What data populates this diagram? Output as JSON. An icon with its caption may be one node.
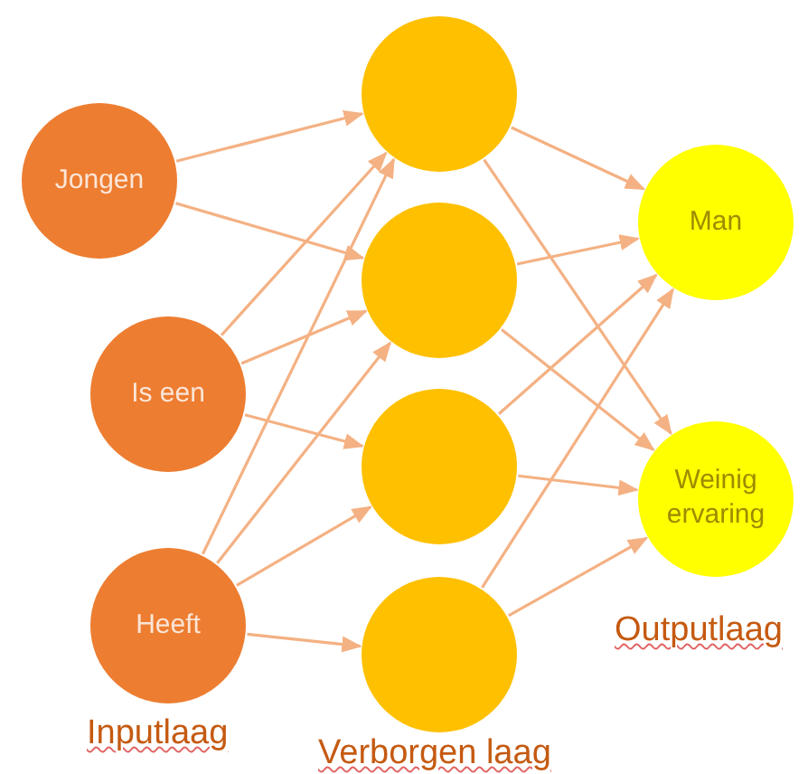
{
  "diagram": {
    "nodes": [
      {
        "text": [
          "Jongen"
        ]
      },
      {
        "text": [
          "Is een"
        ]
      },
      {
        "text": [
          "Heeft"
        ]
      },
      {
        "text": [],
        "shape": "circle"
      },
      {
        "text": [],
        "shape": "circle"
      },
      {
        "text": [],
        "shape": "circle"
      },
      {
        "text": [],
        "shape": "circle"
      },
      {
        "text": [
          "Man"
        ]
      },
      {
        "text": [
          "Weinig ervaring"
        ]
      }
    ],
    "edges": [
      {
        "from": 0,
        "to": 3,
        "arrow": "to"
      },
      {
        "from": 0,
        "to": 4,
        "arrow": "to"
      },
      {
        "from": 1,
        "to": 3,
        "arrow": "to"
      },
      {
        "from": 1,
        "to": 4,
        "arrow": "to"
      },
      {
        "from": 1,
        "to": 5,
        "arrow": "to"
      },
      {
        "from": 2,
        "to": 3,
        "arrow": "to"
      },
      {
        "from": 2,
        "to": 4,
        "arrow": "to"
      },
      {
        "from": 2,
        "to": 5,
        "arrow": "to"
      },
      {
        "from": 2,
        "to": 6,
        "arrow": "to"
      },
      {
        "from": 3,
        "to": 7,
        "arrow": "to"
      },
      {
        "from": 3,
        "to": 8,
        "arrow": "to"
      },
      {
        "from": 4,
        "to": 7,
        "arrow": "to"
      },
      {
        "from": 4,
        "to": 8,
        "arrow": "to"
      },
      {
        "from": 5,
        "to": 7,
        "arrow": "to"
      },
      {
        "from": 5,
        "to": 8,
        "arrow": "to"
      },
      {
        "from": 6,
        "to": 7,
        "arrow": "to"
      },
      {
        "from": 6,
        "to": 8,
        "arrow": "to"
      }
    ],
    "labels": [
      "Outputlaag",
      "Inputlaag",
      "Verborgen laag"
    ]
  }
}
